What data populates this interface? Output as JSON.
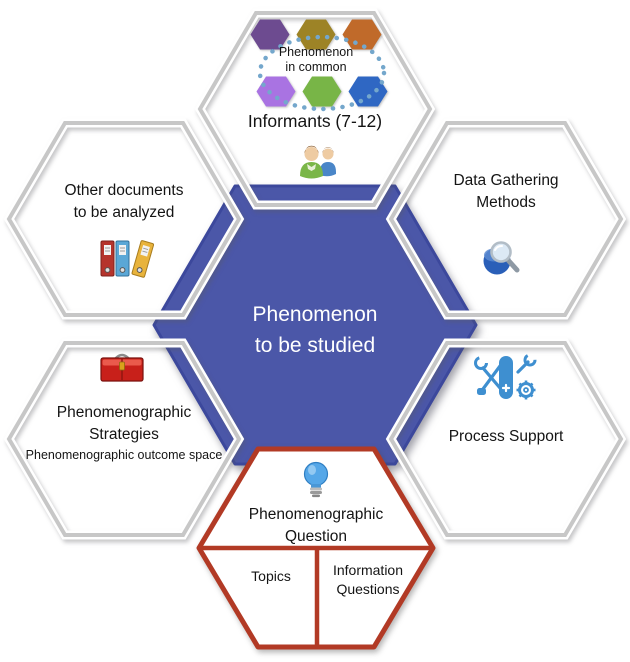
{
  "colors": {
    "central_fill": "#4b57a8",
    "central_border": "#3c489c",
    "highlight_border": "#b23a25",
    "hexagon_border": "#c7c7c7",
    "dotted_circle": "#74a7cc",
    "tool_icon_blue": "#3e8fd0"
  },
  "informants": {
    "hex_colors": [
      "#6d4b90",
      "#9d8326",
      "#c06a2a",
      "#a973e2",
      "#78b547",
      "#2f67c3"
    ],
    "circle_label_line1": "Phenomenon",
    "circle_label_line2": "in common",
    "title": "Informants (7-12)"
  },
  "documents": {
    "line1": "Other documents",
    "line2": "to be analyzed"
  },
  "data_gathering": {
    "line1": "Data Gathering",
    "line2": "Methods"
  },
  "central": {
    "line1": "Phenomenon",
    "line2": "to be studied"
  },
  "strategies": {
    "line1": "Phenomenographic",
    "line2": "Strategies",
    "subtitle": "Phenomenographic outcome space"
  },
  "process_support": {
    "title": "Process Support"
  },
  "question": {
    "line1": "Phenomenographic",
    "line2": "Question",
    "topics": "Topics",
    "info_line1": "Information",
    "info_line2": "Questions"
  },
  "icons": {
    "people": "people-icon",
    "binders": "binders-icon",
    "magnifier": "magnifier-icon",
    "toolbox": "toolbox-icon",
    "tools": "tools-icon",
    "lightbulb": "lightbulb-icon"
  }
}
